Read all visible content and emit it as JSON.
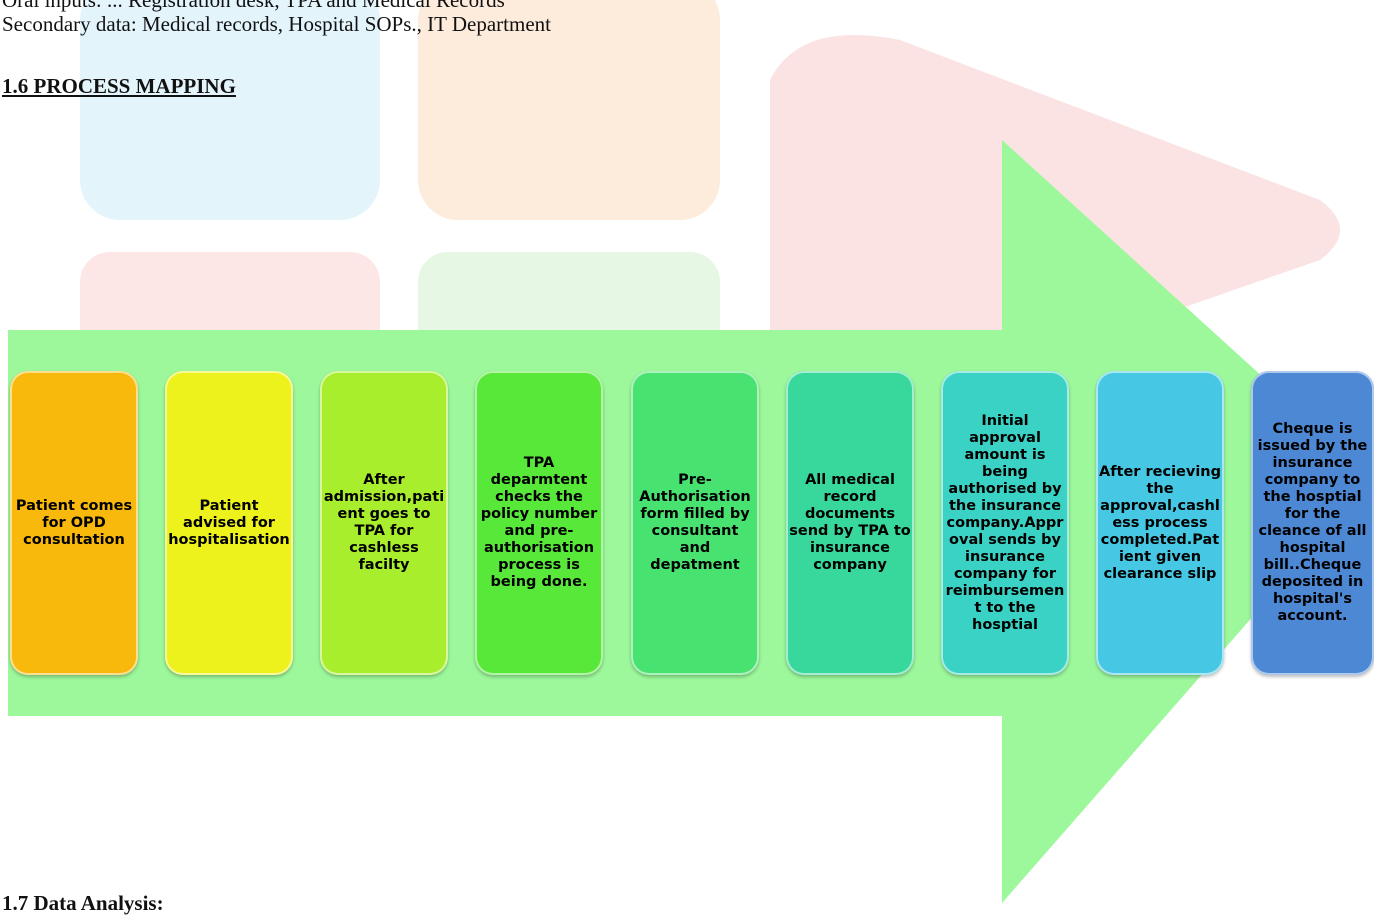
{
  "text": {
    "line1": "Oral inputs: ... Registration desk, TPA and Medical Records",
    "line2": "Secondary data: Medical records, Hospital SOPs., IT Department",
    "heading_process": "1.6 PROCESS MAPPING",
    "heading_analysis": "1.7 Data Analysis:"
  },
  "colors": {
    "arrow": "#9cf89a",
    "box_colors": [
      "#f8b80c",
      "#eef21c",
      "#a8ee2c",
      "#58e83a",
      "#48e270",
      "#38d89c",
      "#3ad2c4",
      "#46c8e4",
      "#4c88d4"
    ]
  },
  "steps": [
    "Patient comes for OPD consultation",
    "Patient advised for hospitalisation",
    "After admission,patient goes to TPA for cashless facilty",
    "TPA deparmtent checks the policy number and pre-authorisation process is being done.",
    "Pre-Authorisation form filled by consultant and depatment",
    "All medical record documents send by TPA to insurance company",
    "Initial approval amount is being authorised by the insurance company.Approval sends by insurance company for reimbursement to the hosptial",
    "After recieving the approval,cashless process completed.Patient given clearance slip",
    "Cheque is issued by the insurance company to the hosptial for the cleance of all hospital bill..Cheque deposited in hospital's account."
  ]
}
